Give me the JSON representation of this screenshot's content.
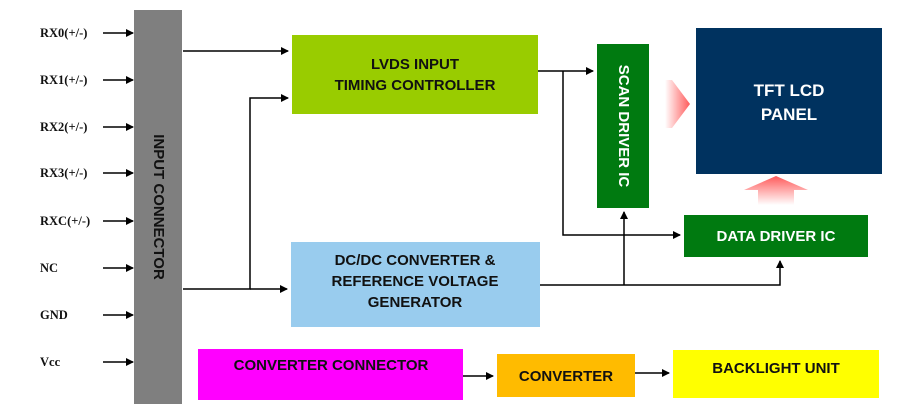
{
  "pins": [
    "RX0(+/-)",
    "RX1(+/-)",
    "RX2(+/-)",
    "RX3(+/-)",
    "RXC(+/-)",
    "NC",
    "GND",
    "Vcc"
  ],
  "input_connector": {
    "label": "INPUT CONNECTOR",
    "color": "#7f7f7f"
  },
  "lvds": {
    "line1": "LVDS INPUT",
    "line2": "TIMING CONTROLLER",
    "color": "#99cc00"
  },
  "dcdc": {
    "line1": "DC/DC CONVERTER &",
    "line2": "REFERENCE VOLTAGE",
    "line3": "GENERATOR",
    "color": "#99ccee"
  },
  "scan_driver": {
    "label": "SCAN DRIVER IC",
    "color": "#007a10"
  },
  "data_driver": {
    "label": "DATA DRIVER IC",
    "color": "#007a10"
  },
  "tft_panel": {
    "line1": "TFT LCD",
    "line2": "PANEL",
    "color": "#00325f"
  },
  "converter_connector": {
    "label": "CONVERTER CONNECTOR",
    "color": "#ff00ff"
  },
  "converter": {
    "label": "CONVERTER",
    "color": "#ffbb00"
  },
  "backlight": {
    "label": "BACKLIGHT UNIT",
    "color": "#ffff00"
  }
}
